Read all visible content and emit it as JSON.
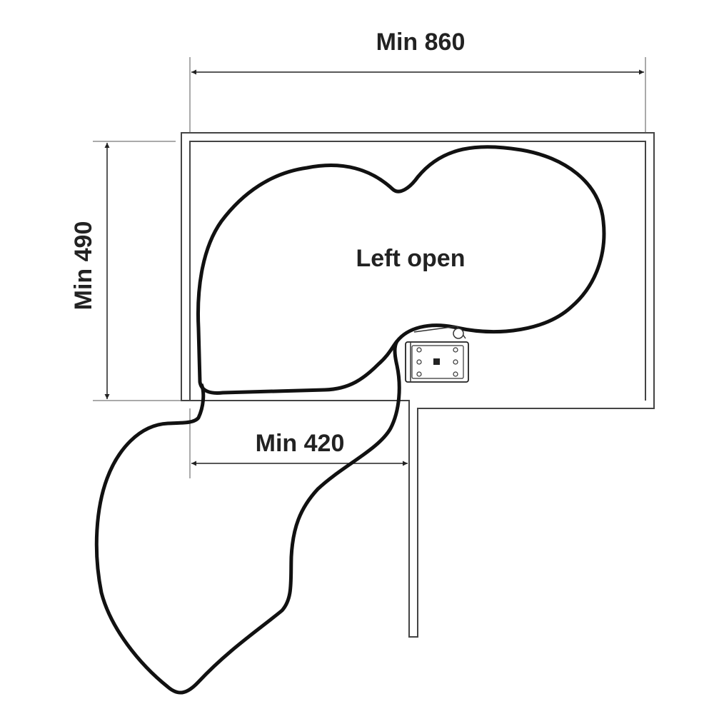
{
  "labels": {
    "width": "Min 860",
    "depth": "Min 490",
    "opening": "Min 420",
    "mode": "Left open"
  },
  "colors": {
    "line": "#222222",
    "background": "#ffffff"
  }
}
